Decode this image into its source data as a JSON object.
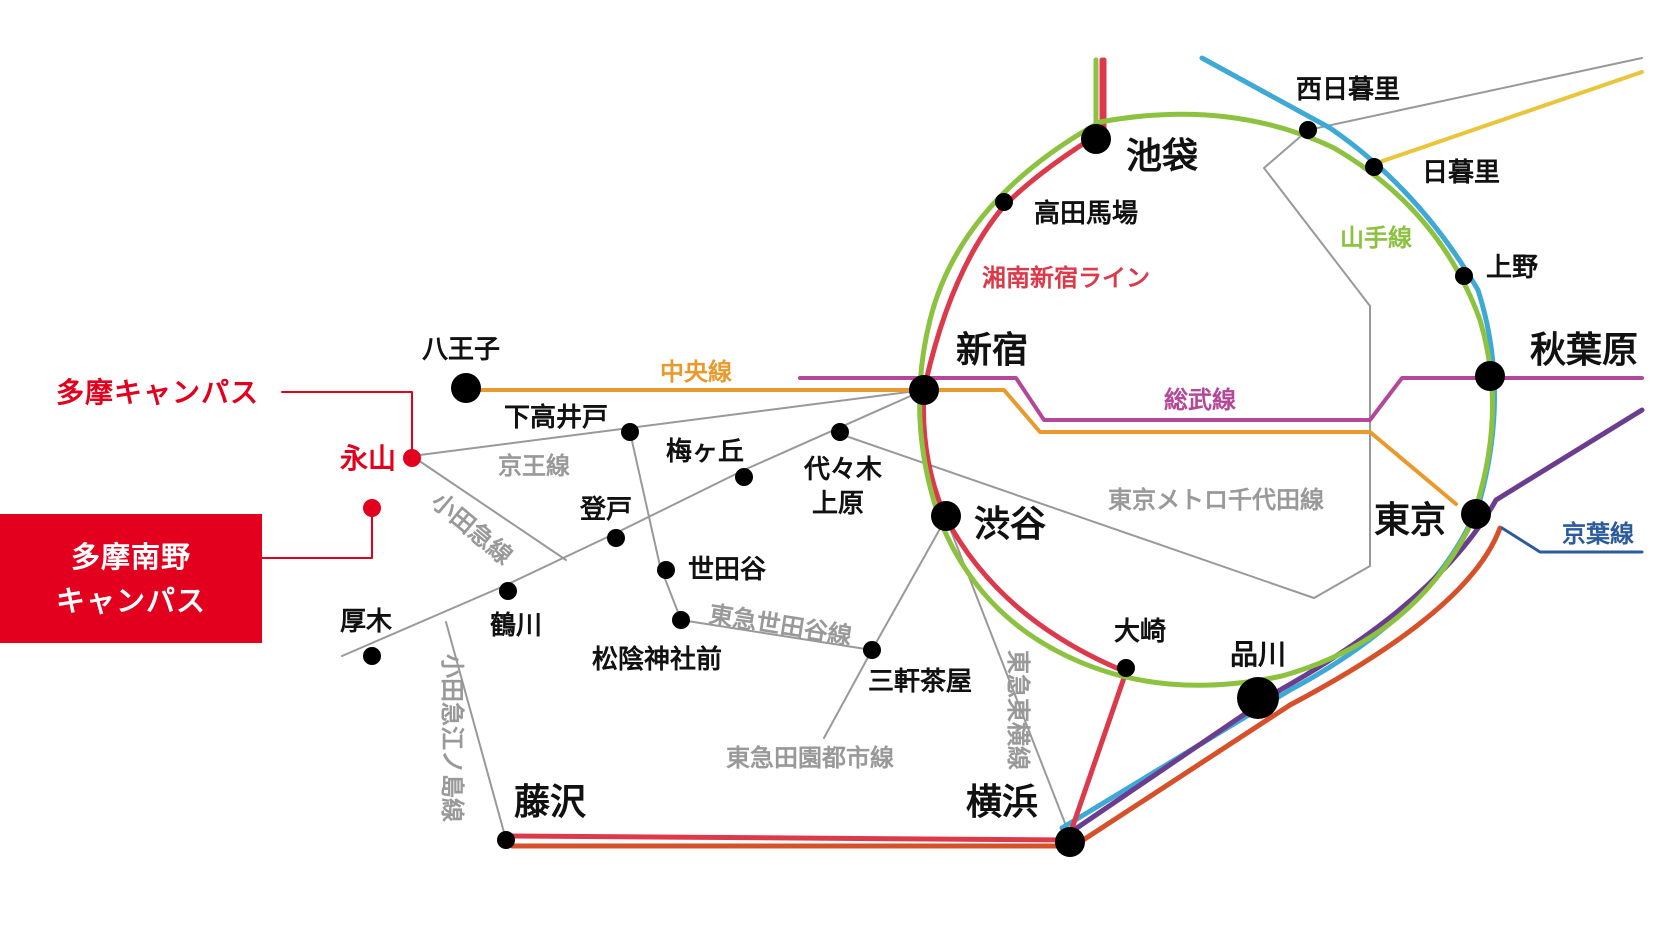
{
  "campus": {
    "tama_label": "多摩キャンパス",
    "minamino_line1": "多摩南野",
    "minamino_line2": "キャンパス"
  },
  "stations": {
    "ikebukuro": "池袋",
    "takadanobaba": "高田馬場",
    "nishinippori": "西日暮里",
    "nippori": "日暮里",
    "ueno": "上野",
    "akihabara": "秋葉原",
    "tokyo": "東京",
    "shinagawa": "品川",
    "osaki": "大崎",
    "shibuya": "渋谷",
    "shinjuku": "新宿",
    "hachioji": "八王子",
    "nagayama": "永山",
    "shimotakaido": "下高井戸",
    "umegaoka": "梅ヶ丘",
    "yoyogiuehara_1": "代々木",
    "yoyogiuehara_2": "上原",
    "noborito": "登戸",
    "setagaya": "世田谷",
    "shoinjinjamae": "松陰神社前",
    "sangenjaya": "三軒茶屋",
    "atsugi": "厚木",
    "tsurukawa": "鶴川",
    "fujisawa": "藤沢",
    "yokohama": "横浜"
  },
  "lines": {
    "yamanote": "山手線",
    "shonan_shinjuku": "湘南新宿ライン",
    "chuo": "中央線",
    "sobu": "総武線",
    "keio": "京王線",
    "odakyu": "小田急線",
    "chiyoda": "東京メトロ千代田線",
    "keiyo": "京葉線",
    "tokyu_setagaya": "東急世田谷線",
    "tokyu_denentoshi": "東急田園都市線",
    "tokyu_toyoko": "東急東横線",
    "odakyu_enoshima": "小田急江ノ島線"
  },
  "colors": {
    "yamanote": "#8cc23f",
    "shonan_shinjuku": "#dc3a4b",
    "chuo": "#e89a2c",
    "sobu": "#b5479a",
    "keihin_tohoku": "#3fa9d6",
    "keiyo": "#2c5b9b",
    "joban": "#e8c53a",
    "tokaido": "#d6502a",
    "purple_line": "#6b3d8e",
    "gray_line": "#999999",
    "campus_red": "#e2001e"
  }
}
